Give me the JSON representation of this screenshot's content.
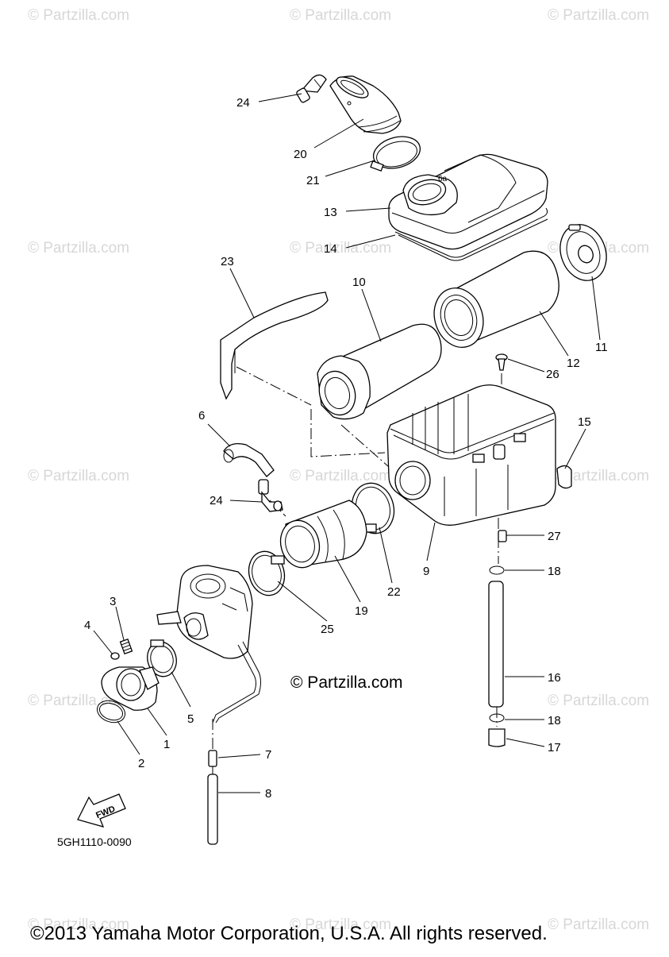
{
  "watermark": "© Partzilla.com",
  "center_mark": "© Partzilla.com",
  "diagram_code": "5GH1110-0090",
  "copyright": "©2013 Yamaha Motor Corporation, U.S.A. All rights reserved.",
  "fwd_label": "FWD",
  "cap_mark": "6a",
  "callouts": [
    "24",
    "20",
    "21",
    "13",
    "14",
    "23",
    "10",
    "12",
    "11",
    "26",
    "6",
    "15",
    "24",
    "9",
    "27",
    "22",
    "19",
    "18",
    "25",
    "3",
    "4",
    "16",
    "5",
    "1",
    "18",
    "2",
    "17",
    "7",
    "8"
  ]
}
